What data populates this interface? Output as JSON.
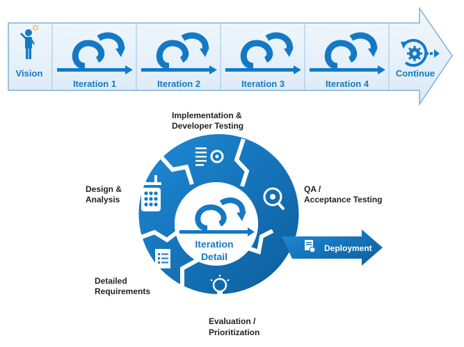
{
  "colors": {
    "primary": "#1479c5",
    "primary_dark": "#0d5f9e",
    "bar_bg": "#e8f2fb",
    "bar_border": "#7fb0d8",
    "label_text": "#222222"
  },
  "timeline": {
    "vision_label": "Vision",
    "vision_icon": "person-idea-icon",
    "iterations": [
      {
        "label": "Iteration 1",
        "icon": "cycle-arrow-icon"
      },
      {
        "label": "Iteration 2",
        "icon": "cycle-arrow-icon"
      },
      {
        "label": "Iteration 3",
        "icon": "cycle-arrow-icon"
      },
      {
        "label": "Iteration 4",
        "icon": "cycle-arrow-icon"
      }
    ],
    "continue_label": "Continue",
    "continue_icon": "gear-cycle-icon"
  },
  "detail": {
    "center_title_line1": "Iteration",
    "center_title_line2": "Detail",
    "center_icon": "cycle-arrow-icon",
    "deployment_label": "Deployment",
    "deployment_icon": "deploy-document-icon",
    "phases": [
      {
        "line1": "Implementation &",
        "line2": "Developer Testing",
        "icon": "code-gear-icon"
      },
      {
        "line1": "QA /",
        "line2": "Acceptance Testing",
        "icon": "magnifier-gear-icon"
      },
      {
        "line1": "Evaluation /",
        "line2": "Prioritization",
        "icon": "lightbulb-icon"
      },
      {
        "line1": "Detailed",
        "line2": "Requirements",
        "icon": "checklist-icon"
      },
      {
        "line1": "Design &",
        "line2": "Analysis",
        "icon": "design-tools-icon"
      }
    ]
  }
}
